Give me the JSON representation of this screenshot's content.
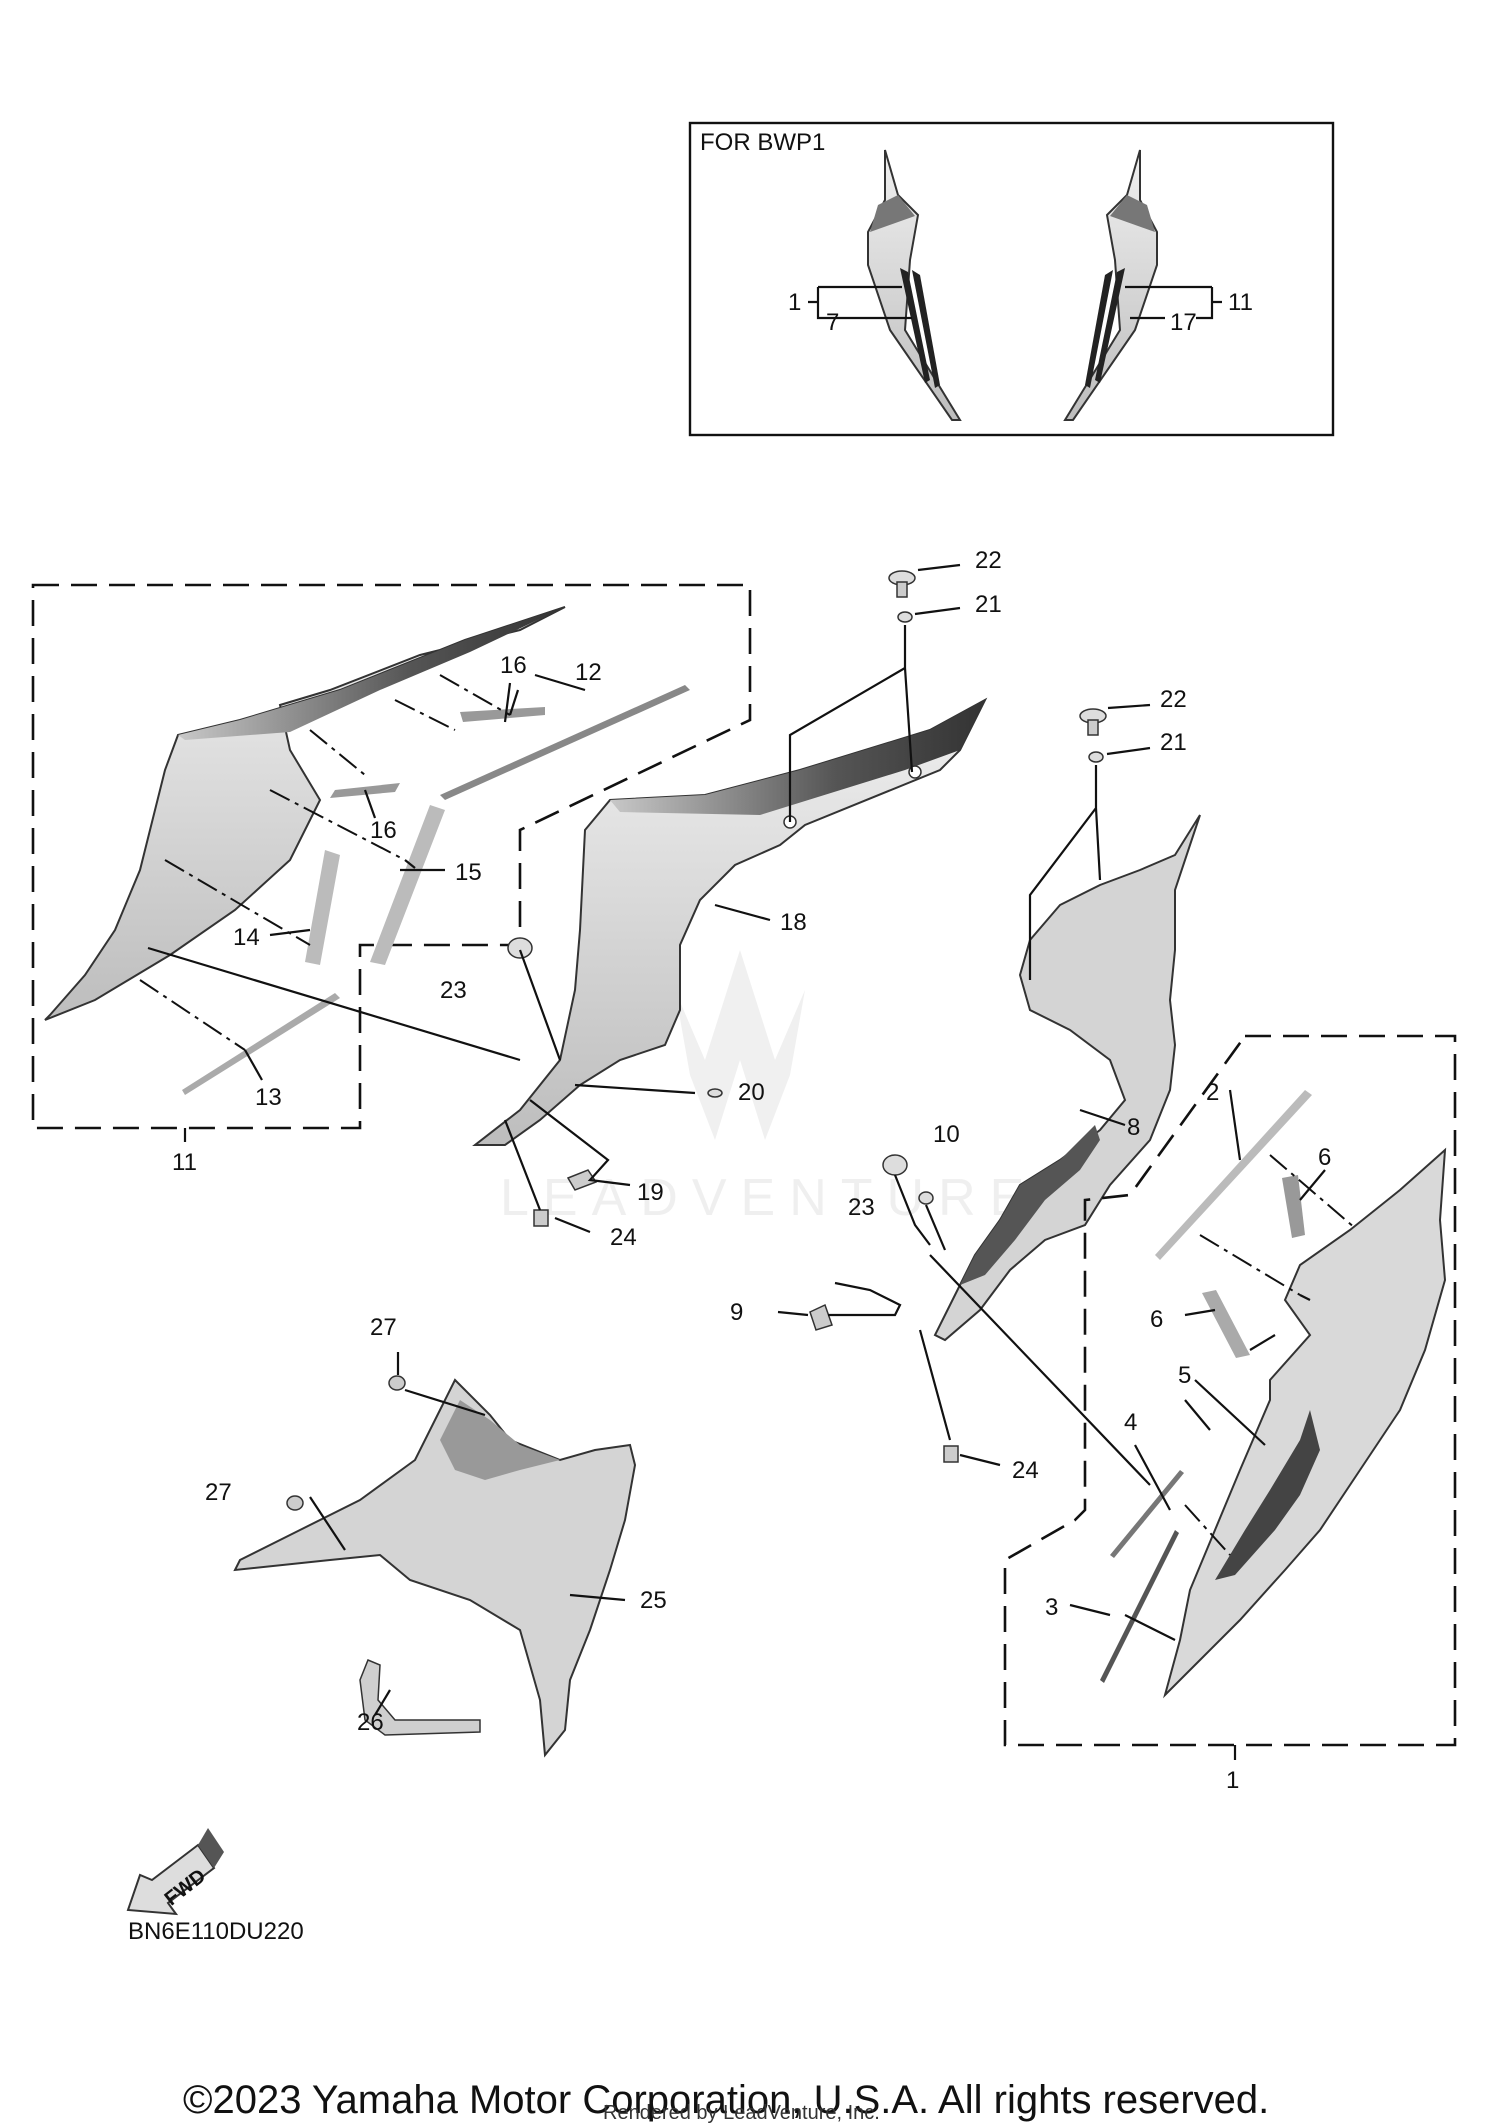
{
  "diagram": {
    "inset_box_title": "FOR BWP1",
    "diagram_code": "BN6E110DU220",
    "fwd_label": "FWD",
    "watermark_text": "LEADVENTURE",
    "copyright": "©2023 Yamaha Motor Corporation, U.S.A. All rights reserved.",
    "rendered_by": "Rendered by LeadVenture, Inc."
  },
  "callouts": {
    "c1": "1",
    "c1_inset": "1",
    "c2": "2",
    "c3": "3",
    "c4": "4",
    "c5": "5",
    "c6a": "6",
    "c6b": "6",
    "c7": "7",
    "c8": "8",
    "c9": "9",
    "c10": "10",
    "c11": "11",
    "c11_inset": "11",
    "c12": "12",
    "c13": "13",
    "c14": "14",
    "c15": "15",
    "c16a": "16",
    "c16b": "16",
    "c17": "17",
    "c18": "18",
    "c19": "19",
    "c20": "20",
    "c21a": "21",
    "c21b": "21",
    "c22a": "22",
    "c22b": "22",
    "c23a": "23",
    "c23b": "23",
    "c24a": "24",
    "c24b": "24",
    "c25": "25",
    "c26": "26",
    "c27a": "27",
    "c27b": "27"
  },
  "colors": {
    "line": "#111111",
    "part_fill": "#d4d4d4",
    "part_dark": "#555555",
    "watermark": "#e6e6e6"
  }
}
